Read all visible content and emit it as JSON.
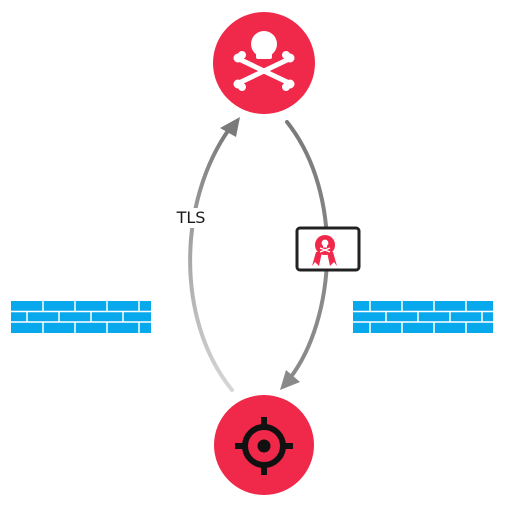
{
  "labels": {
    "tls": "TLS"
  },
  "nodes": {
    "attacker": {
      "icon": "skull-crossbones-icon"
    },
    "target": {
      "icon": "crosshair-target-icon"
    }
  },
  "certificate": {
    "icon": "certificate-skull-ribbon-icon"
  },
  "firewalls": [
    {
      "name": "firewall-left",
      "icon": "brick-wall-icon"
    },
    {
      "name": "firewall-right",
      "icon": "brick-wall-icon"
    }
  ],
  "colors": {
    "node": "#f0284a",
    "node_icon": "#ffffff",
    "target_icon": "#111111",
    "arrow_dark": "#7a7a7a",
    "arrow_light": "#d6d6d6",
    "wall": "#08a8ec",
    "wall_mortar": "#ffffff",
    "certificate_border": "#222222"
  }
}
